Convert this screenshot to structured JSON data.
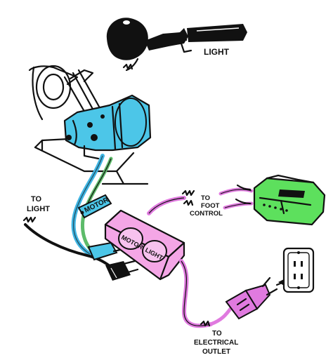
{
  "labels": {
    "light_top": "LIGHT",
    "to_light_1": "TO",
    "to_light_2": "LIGHT",
    "motor_tag": "MOTOR",
    "foot_1": "TO",
    "foot_2": "FOOT",
    "foot_3": "CONTROL",
    "box_motor": "MOTOR",
    "box_light": "LIGHT",
    "outlet_1": "TO",
    "outlet_2": "ELECTRICAL",
    "outlet_3": "OUTLET"
  },
  "colors": {
    "motor": "#4cc6e8",
    "junction_box": "#f4a6e6",
    "foot_control": "#5de05d",
    "pink_cord": "#e07adf",
    "blue_cord": "#3fb5e3",
    "green_cord": "#5dbb6a",
    "outline": "#111111"
  }
}
